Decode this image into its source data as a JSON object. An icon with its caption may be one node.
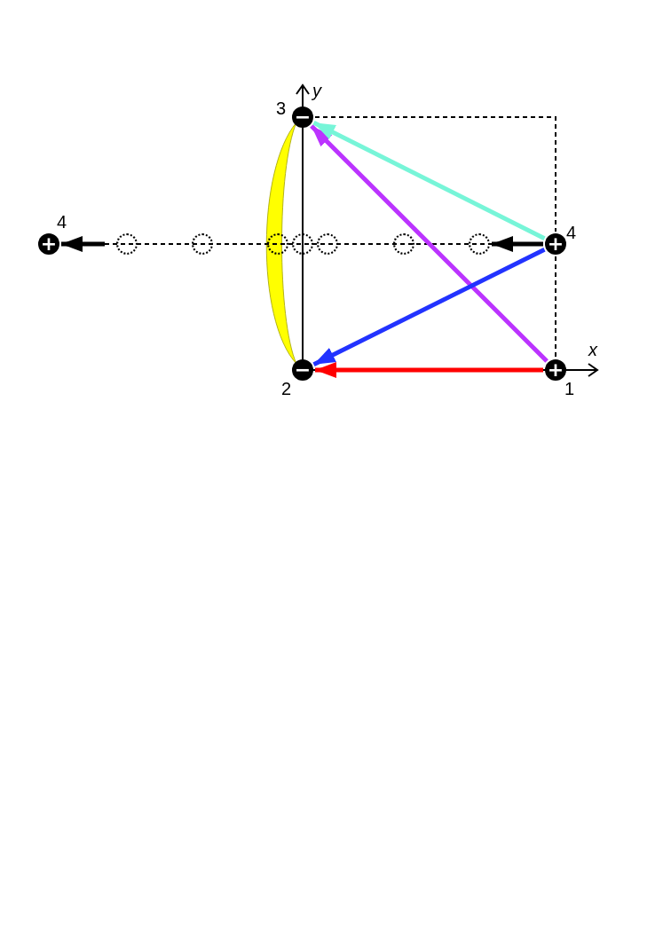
{
  "diagram": {
    "nodes": [
      {
        "text": [
          "+"
        ],
        "beside": [
          "1"
        ]
      },
      {
        "text": [
          "−"
        ],
        "beside": [
          "2"
        ]
      },
      {
        "text": [
          "−"
        ],
        "beside": [
          "3"
        ]
      },
      {
        "text": [
          "+"
        ],
        "beside": [
          "4"
        ]
      },
      {
        "text": [
          "+"
        ],
        "beside": [
          "4"
        ]
      },
      {
        "text": [],
        "shape": "circle"
      },
      {
        "text": [],
        "shape": "circle"
      },
      {
        "text": [],
        "shape": "circle"
      },
      {
        "text": [],
        "shape": "circle"
      },
      {
        "text": [],
        "shape": "circle"
      },
      {
        "text": [],
        "shape": "circle"
      },
      {
        "text": [],
        "shape": "circle"
      }
    ],
    "edges": [
      {
        "from": 0,
        "to": 1,
        "arrow": "to",
        "color": "#ff0000"
      },
      {
        "from": 0,
        "to": 2,
        "arrow": "to",
        "color": "#bb33ff"
      },
      {
        "from": 3,
        "to": 2,
        "arrow": "to",
        "color": "#77f5d8"
      },
      {
        "from": 3,
        "to": 1,
        "arrow": "to",
        "color": "#2233ff"
      },
      {
        "from": 3,
        "to": 11,
        "arrow": "to",
        "color": "#000000"
      },
      {
        "from": null,
        "to": 4,
        "arrow": "to",
        "color": "#000000"
      },
      {
        "from": 2,
        "to": 3,
        "arrow": "none",
        "style": "dashed"
      },
      {
        "from": 3,
        "to": 0,
        "arrow": "none",
        "style": "dashed"
      }
    ],
    "labels": [
      "y",
      "x"
    ]
  }
}
